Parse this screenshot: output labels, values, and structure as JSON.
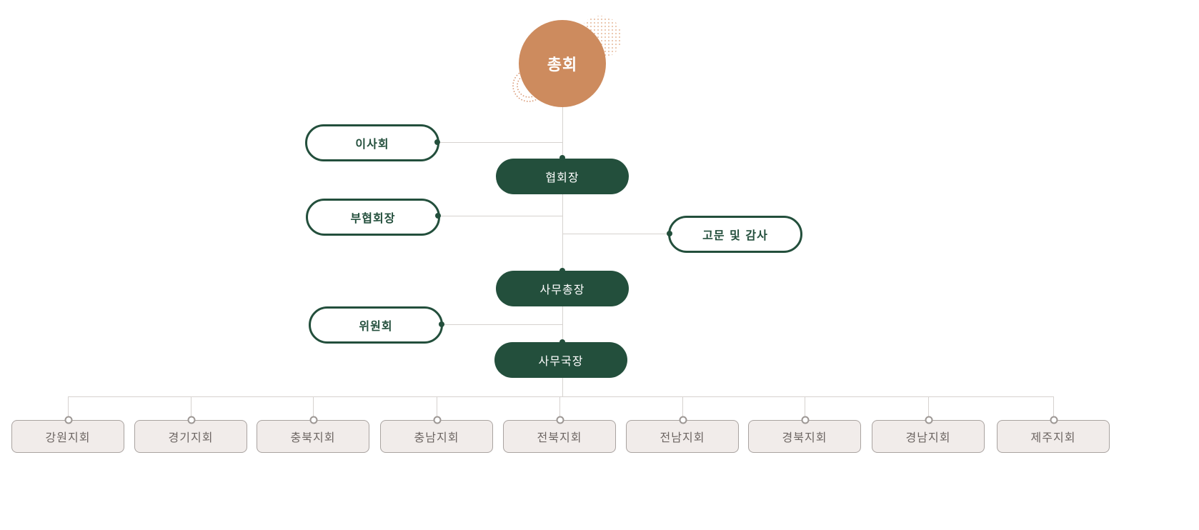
{
  "top": {
    "label": "총회",
    "color": "#cd8b5e"
  },
  "side_nodes": [
    {
      "label": "이사회"
    },
    {
      "label": "부협회장"
    },
    {
      "label": "고문 및 감사"
    },
    {
      "label": "위원회"
    }
  ],
  "main_nodes": [
    {
      "label": "협회장"
    },
    {
      "label": "사무총장"
    },
    {
      "label": "사무국장"
    }
  ],
  "branches": [
    "강원지회",
    "경기지회",
    "충북지회",
    "충남지회",
    "전북지회",
    "전남지회",
    "경북지회",
    "경남지회",
    "제주지회"
  ],
  "colors": {
    "primary": "#234f3c",
    "accent": "#cd8b5e",
    "branch_bg": "#f1ecea"
  }
}
